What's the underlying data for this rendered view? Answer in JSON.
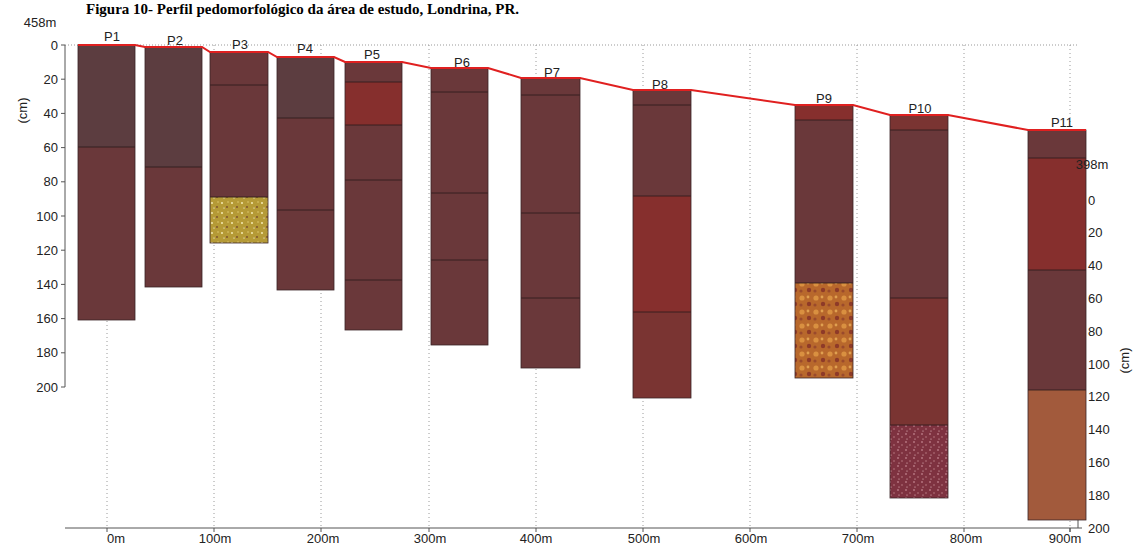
{
  "diagram": {
    "title": "Figura 10- Perfil pedomorfológico da área de estudo, Londrina, PR.",
    "labels": [
      "458m",
      "P1",
      "P2",
      "P3",
      "P4",
      "P5",
      "P6",
      "P7",
      "P8",
      "P9",
      "P10",
      "P11",
      "398m",
      "0",
      "20",
      "40",
      "60",
      "80",
      "100",
      "120",
      "140",
      "160",
      "180",
      "200",
      "(cm)",
      "0",
      "20",
      "40",
      "60",
      "80",
      "100",
      "120",
      "140",
      "160",
      "180",
      "200",
      "(cm)",
      "0m",
      "100m",
      "200m",
      "300m",
      "400m",
      "500m",
      "600m",
      "700m",
      "800m",
      "900m"
    ]
  }
}
